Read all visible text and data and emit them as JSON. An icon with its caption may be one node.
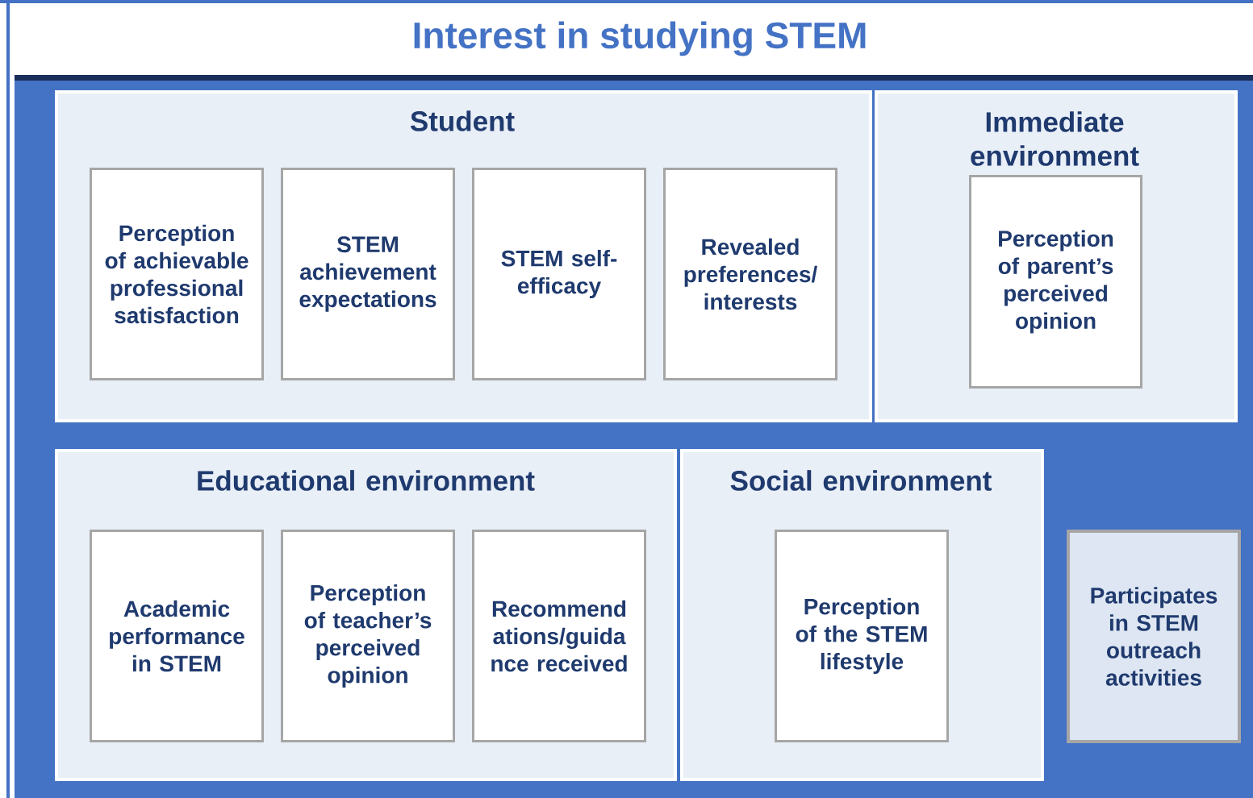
{
  "diagram": {
    "title": "Interest in studying STEM",
    "nodes": [
      {
        "text": [
          "Student"
        ]
      },
      {
        "text": [
          "Perception of achievable professional satisfaction"
        ],
        "in": 0
      },
      {
        "text": [
          "STEM achievement expectations"
        ],
        "in": 0
      },
      {
        "text": [
          "STEM self- efficacy"
        ],
        "in": 0
      },
      {
        "text": [
          "Revealed preferences/ interests"
        ],
        "in": 0
      },
      {
        "text": [
          "Immediate environment"
        ]
      },
      {
        "text": [
          "Perception of parent’s perceived opinion"
        ],
        "in": 5
      },
      {
        "text": [
          "Educational environment"
        ]
      },
      {
        "text": [
          "Academic performance in STEM"
        ],
        "in": 7
      },
      {
        "text": [
          "Perception of teacher’s perceived opinion"
        ],
        "in": 7
      },
      {
        "text": [
          "Recommend ations/guida nce received"
        ],
        "in": 7
      },
      {
        "text": [
          "Social environment"
        ]
      },
      {
        "text": [
          "Perception of the STEM lifestyle"
        ],
        "in": 11
      },
      {
        "text": [
          "Participates in STEM outreach activities"
        ]
      }
    ],
    "edges": []
  }
}
